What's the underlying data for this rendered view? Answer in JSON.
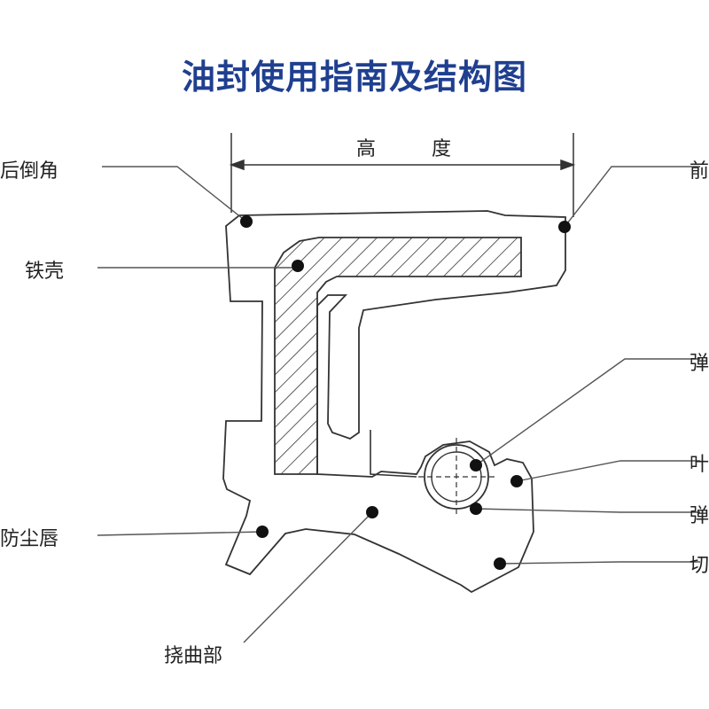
{
  "title": "油封使用指南及结构图",
  "dimension_label": "高 度",
  "labels": {
    "rear_chamfer": "后倒角",
    "front": "前",
    "iron_shell": "铁壳",
    "spring_1": "弹",
    "leaf": "叶",
    "spring_2": "弹",
    "dust_lip": "防尘唇",
    "cut": "切",
    "flex_part": "挠曲部"
  },
  "colors": {
    "title": "#1f3f8f",
    "line": "#333333",
    "dot": "#111111"
  }
}
